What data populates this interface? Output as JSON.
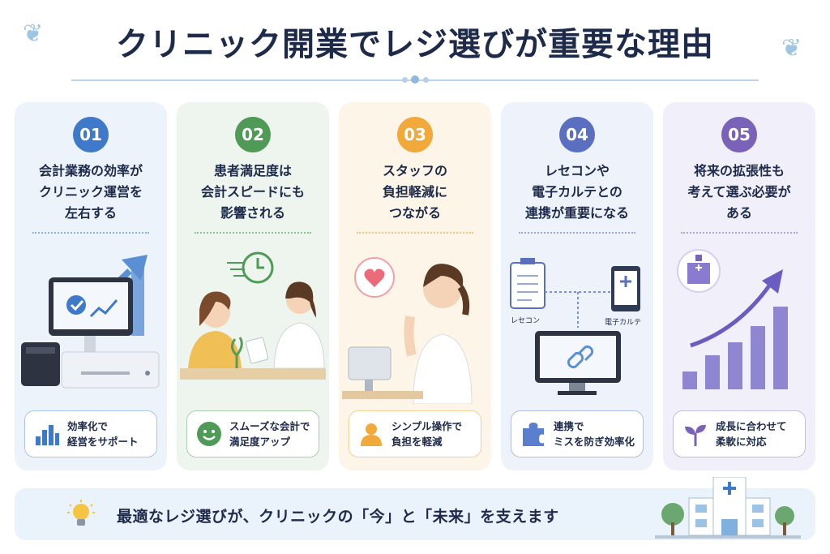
{
  "title": "クリニック開業でレジ選びが重要な理由",
  "cards": [
    {
      "num": "01",
      "heading_lines": [
        "会計業務の効率が",
        "クリニック運営を",
        "左右する"
      ],
      "pill_lines": [
        "効率化で",
        "経営をサポート"
      ],
      "icon": "bar-chart-icon"
    },
    {
      "num": "02",
      "heading_lines": [
        "患者満足度は",
        "会計スピードにも",
        "影響される"
      ],
      "pill_lines": [
        "スムーズな会計で",
        "満足度アップ"
      ],
      "icon": "smile-icon"
    },
    {
      "num": "03",
      "heading_lines": [
        "スタッフの",
        "負担軽減に",
        "つながる"
      ],
      "pill_lines": [
        "シンプル操作で",
        "負担を軽減"
      ],
      "icon": "person-icon"
    },
    {
      "num": "04",
      "heading_lines": [
        "レセコンや",
        "電子カルテとの",
        "連携が重要になる"
      ],
      "pill_lines": [
        "連携で",
        "ミスを防ぎ効率化"
      ],
      "icon": "puzzle-icon",
      "illus_labels": {
        "left": "レセコン",
        "right": "電子カルテ"
      }
    },
    {
      "num": "05",
      "heading_lines": [
        "将来の拡張性も",
        "考えて選ぶ必要が",
        "ある"
      ],
      "pill_lines": [
        "成長に合わせて",
        "柔軟に対応"
      ],
      "icon": "sprout-icon"
    }
  ],
  "footer": {
    "text": "最適なレジ選びが、クリニックの「今」と「未来」を支えます",
    "icon": "lightbulb-icon"
  },
  "colors": {
    "c1": "#3f79c9",
    "c2": "#4e9a56",
    "c3": "#f1a93a",
    "c4": "#5a6fc0",
    "c5": "#7a62b8"
  }
}
